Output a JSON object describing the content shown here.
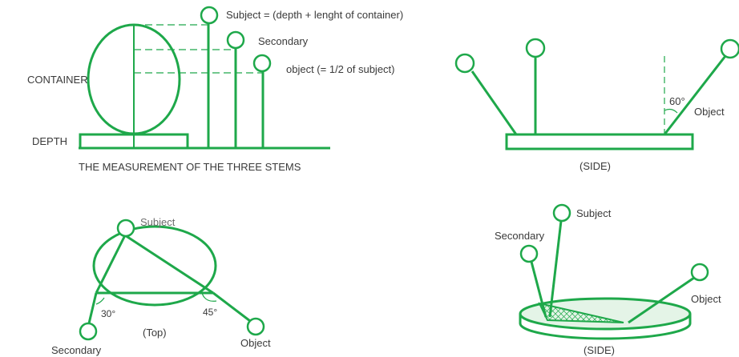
{
  "colors": {
    "stem": "#1ea84a",
    "text": "#3a3a3a",
    "hatch": "#1ea84a"
  },
  "measurement": {
    "subject_label": "Subject = (depth + lenght of container)",
    "secondary_label": "Secondary",
    "object_label": "object (= 1/2 of subject)",
    "container_label": "CONTAINER",
    "depth_label": "DEPTH",
    "caption": "THE MEASUREMENT OF THE THREE STEMS"
  },
  "side_view": {
    "angle_label": "60°",
    "object_label": "Object",
    "caption": "(SIDE)"
  },
  "top_view": {
    "subject_label": "Subject",
    "angle_left_label": "30°",
    "angle_right_label": "45°",
    "caption": "(Top)",
    "object_label": "Object",
    "secondary_label": "Secondary"
  },
  "perspective_view": {
    "subject_label": "Subject",
    "secondary_label": "Secondary",
    "object_label": "Object",
    "caption": "(SIDE)"
  }
}
